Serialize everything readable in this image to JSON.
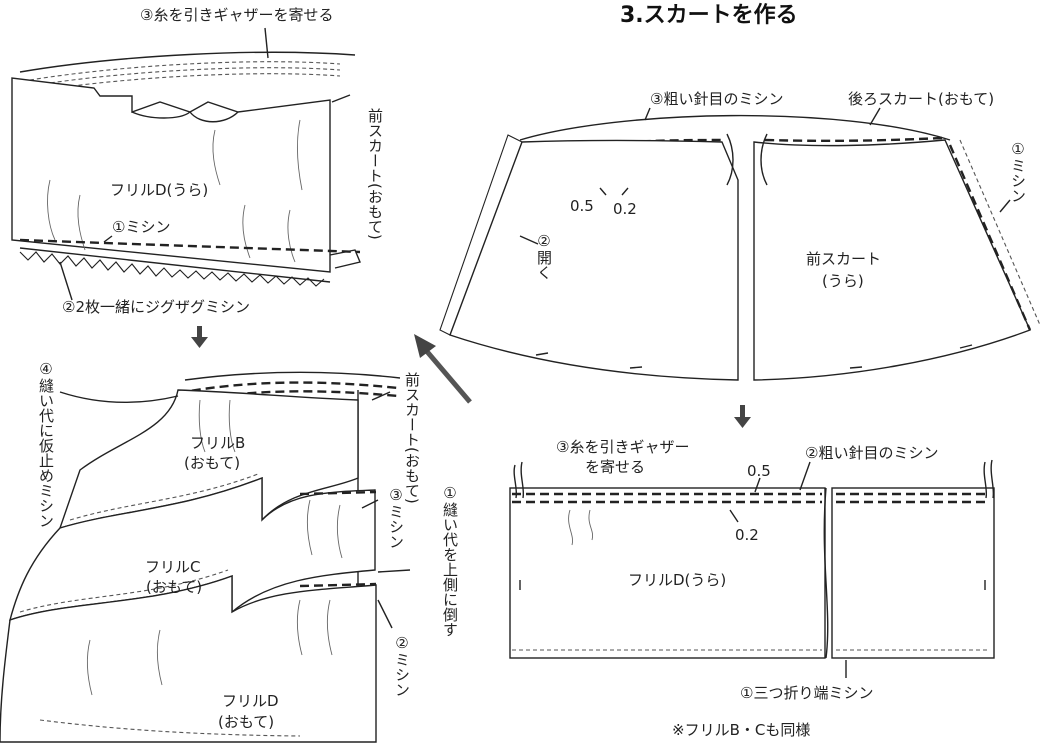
{
  "title": "3.スカートを作る",
  "left_top": {
    "gather_label": "③糸を引きギャザーを寄せる",
    "frill_label": "フリルD(うら)",
    "stitch_label": "①ミシン",
    "skirt_label": "前スカート(おもて)",
    "zigzag_label": "②2枚一緒にジグザグミシン"
  },
  "left_bottom": {
    "basting_label": "④縫い代に仮止めミシン",
    "skirt_label": "前スカート(おもて)",
    "frill_b_label": "フリルB",
    "frill_b_side": "(おもて)",
    "stitch3_label": "③ミシン",
    "fold_label": "①縫い代を上側に倒す",
    "frill_c_label": "フリルC",
    "frill_c_side": "(おもて)",
    "stitch2_label": "②ミシン",
    "frill_d_label": "フリルD",
    "frill_d_side": "(おもて)"
  },
  "right_top": {
    "coarse_label": "③粗い針目のミシン",
    "back_label": "後ろスカート(おもて)",
    "stitch1_label": "①ミシン",
    "open_label": "②開く",
    "m05": "0.5",
    "m02": "0.2",
    "front_label": "前スカート",
    "front_side": "(うら)"
  },
  "right_bottom": {
    "gather_label_1": "③糸を引きギャザー",
    "gather_label_2": "を寄せる",
    "coarse_label": "②粗い針目のミシン",
    "m05": "0.5",
    "m02": "0.2",
    "frill_label": "フリルD(うら)",
    "hem_label": "①三つ折り端ミシン",
    "note": "※フリルB・Cも同様"
  }
}
